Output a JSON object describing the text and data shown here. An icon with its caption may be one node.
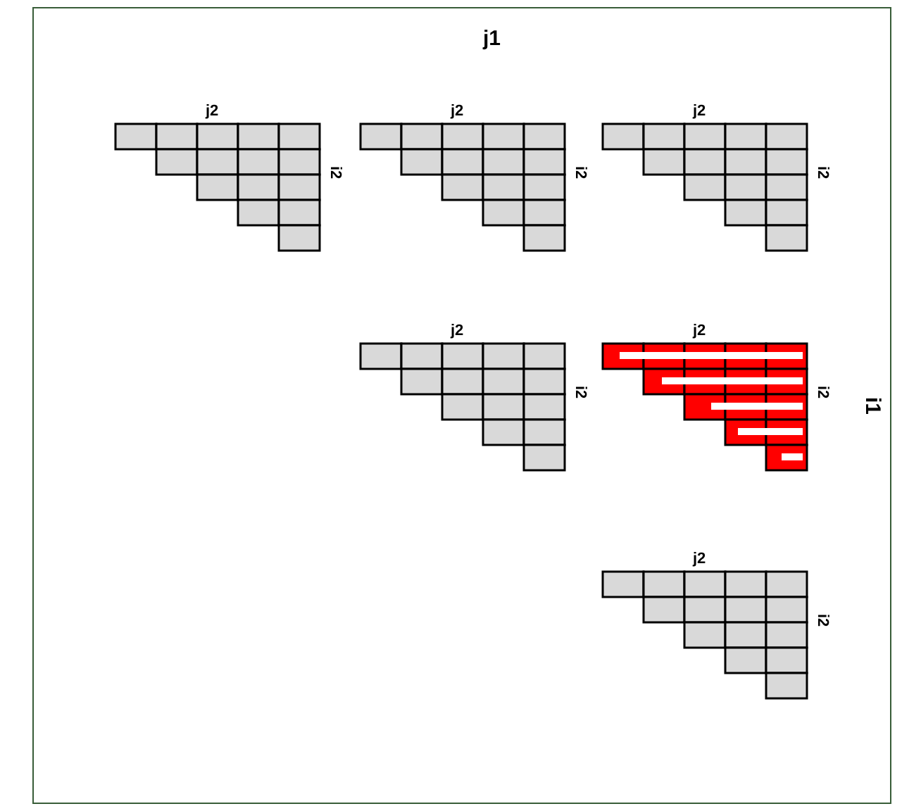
{
  "diagram": {
    "labels": [
      "j1",
      "j2",
      "i2",
      "j2",
      "i2",
      "j2",
      "i2",
      "j2",
      "i2",
      "j2",
      "i2",
      "j2",
      "i2",
      "i1"
    ]
  }
}
